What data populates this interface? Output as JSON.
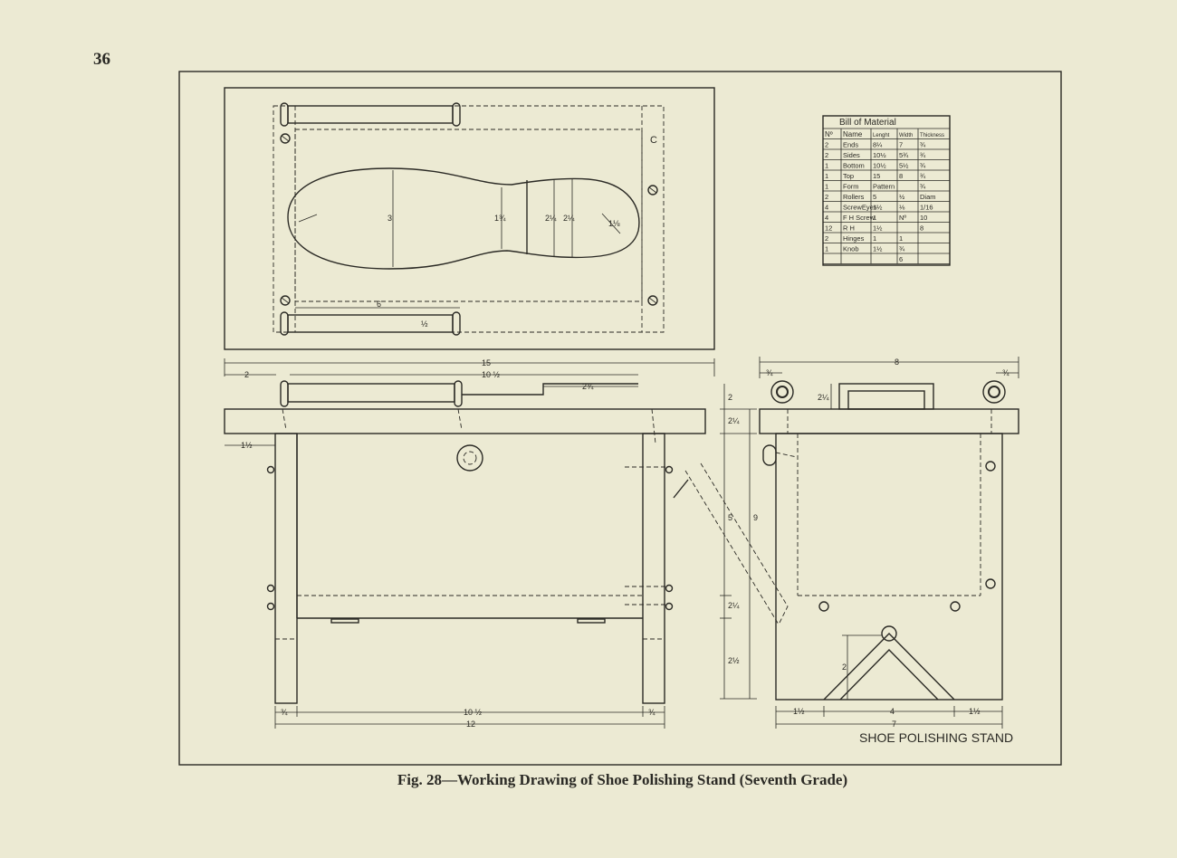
{
  "page": {
    "number": "36"
  },
  "caption": "Fig. 28—Working Drawing of Shoe Polishing Stand (Seventh Grade)",
  "drawing": {
    "title": "SHOE POLISHING STAND",
    "plan_dims": [
      "3",
      "1¾",
      "2¼",
      "2¼",
      "1⅛",
      "6",
      "½"
    ],
    "front_dims": {
      "overall_width": "15",
      "inner_width": "10 ½",
      "top_offset": "2",
      "top_right": "2¾",
      "leg_overhang": "1½",
      "heights": [
        "2",
        "2¼",
        "5",
        "9",
        "2¼",
        "2½"
      ],
      "bottom_left": "¾",
      "bottom_right": "¾",
      "bottom_inner": "10 ½",
      "bottom_overall": "12"
    },
    "side_dims": {
      "overall_width": "8",
      "left": "¾",
      "right": "¾",
      "roller_height": "2¼",
      "foot_height": "2",
      "bottom_left": "1½",
      "bottom_mid": "4",
      "bottom_right": "1½",
      "bottom_overall": "7"
    }
  },
  "bill_of_material": {
    "title": "Bill of Material",
    "headers": [
      "Nº",
      "Name",
      "Lenght",
      "Width",
      "Thickness"
    ],
    "rows": [
      [
        "2",
        "Ends",
        "8¼",
        "7",
        "¾"
      ],
      [
        "2",
        "Sides",
        "10½",
        "5¾",
        "¾"
      ],
      [
        "1",
        "Bottom",
        "10½",
        "5½",
        "¾"
      ],
      [
        "1",
        "Top",
        "15",
        "8",
        "¾"
      ],
      [
        "1",
        "Form",
        "Pattern",
        "",
        "¾"
      ],
      [
        "2",
        "Rollers",
        "5",
        "½",
        "Diam"
      ],
      [
        "4",
        "ScrewEyes",
        "1½",
        "⅛",
        "1/16"
      ],
      [
        "4",
        "F H Screw",
        "1",
        "Nº",
        "10"
      ],
      [
        "12",
        "R H",
        "1½",
        "",
        "8"
      ],
      [
        "2",
        "Hinges",
        "1",
        "1",
        ""
      ],
      [
        "1",
        "Knob",
        "1½",
        "¾",
        ""
      ],
      [
        "",
        "",
        "",
        "6",
        ""
      ]
    ]
  }
}
